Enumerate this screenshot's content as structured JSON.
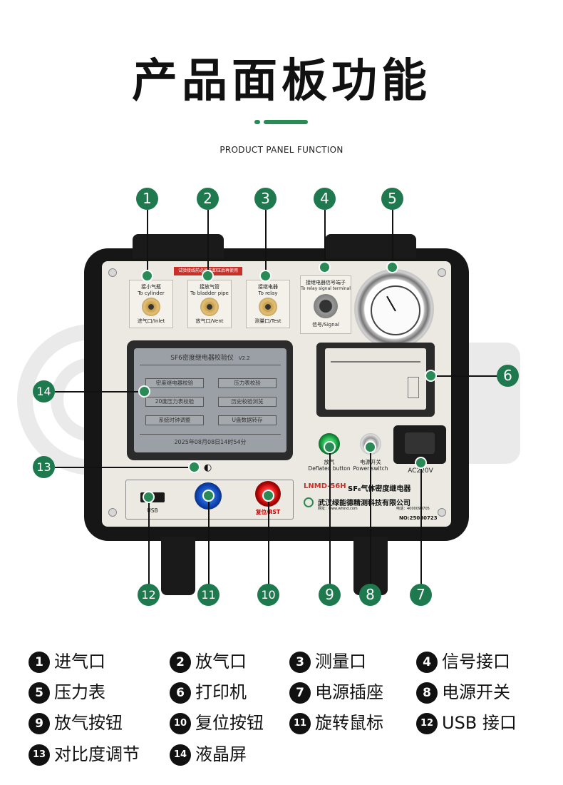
{
  "header": {
    "title": "产品面板功能",
    "subtitle": "PRODUCT PANEL FUNCTION"
  },
  "panel": {
    "warning_text": "试验接线前必须先卸压后再使用",
    "port1": {
      "top": "接小气瓶",
      "sub": "To cylinder",
      "bottom": "进气口/Inlet"
    },
    "port2": {
      "top": "接放气管",
      "sub": "To bladder pipe",
      "bottom": "放气口/Vent"
    },
    "port3": {
      "top": "接继电器",
      "sub": "To relay",
      "bottom": "测量口/Test"
    },
    "port4": {
      "top": "接继电器信号端子",
      "sub": "To relay signal terminal",
      "bottom": "信号/Signal"
    },
    "lcd": {
      "title": "SF6密度继电器校验仪",
      "version": "V2.2",
      "menu": [
        "密度继电器校验",
        "压力表校验",
        "20度压力表校验",
        "历史校验浏览",
        "系统时钟调整",
        "U盘数据转存"
      ],
      "footer": "2025年08月08日14时54分"
    },
    "deflate": {
      "cn": "放气",
      "en": "Deflated button"
    },
    "power_switch": {
      "cn": "电源开关",
      "en": "Power switch"
    },
    "ac": "AC220V",
    "model": "LNMD-56H",
    "product_name": "SF₆气体密度继电器",
    "company": "武汉绿能德精测科技有限公司",
    "website": "网址：www.whlnd.com",
    "phone": "电话：4000098705",
    "serial": "NO:25080723",
    "usb_label": "USB",
    "reset_label": "复位/RST",
    "contrast_symbol": "◐"
  },
  "callouts": [
    "1",
    "2",
    "3",
    "4",
    "5",
    "6",
    "7",
    "8",
    "9",
    "10",
    "11",
    "12",
    "13",
    "14"
  ],
  "legend": [
    {
      "num": "1",
      "label": "进气口"
    },
    {
      "num": "2",
      "label": "放气口"
    },
    {
      "num": "3",
      "label": "测量口"
    },
    {
      "num": "4",
      "label": "信号接口"
    },
    {
      "num": "5",
      "label": "压力表"
    },
    {
      "num": "6",
      "label": "打印机"
    },
    {
      "num": "7",
      "label": "电源插座"
    },
    {
      "num": "8",
      "label": "电源开关"
    },
    {
      "num": "9",
      "label": "放气按钮"
    },
    {
      "num": "10",
      "label": "复位按钮"
    },
    {
      "num": "11",
      "label": "旋转鼠标"
    },
    {
      "num": "12",
      "label": "USB 接口"
    },
    {
      "num": "13",
      "label": "对比度调节"
    },
    {
      "num": "14",
      "label": "液晶屏"
    }
  ],
  "colors": {
    "accent": "#2a8a55",
    "callout": "#1e7a4e",
    "case": "#161616",
    "panel": "#ebe9e2"
  }
}
